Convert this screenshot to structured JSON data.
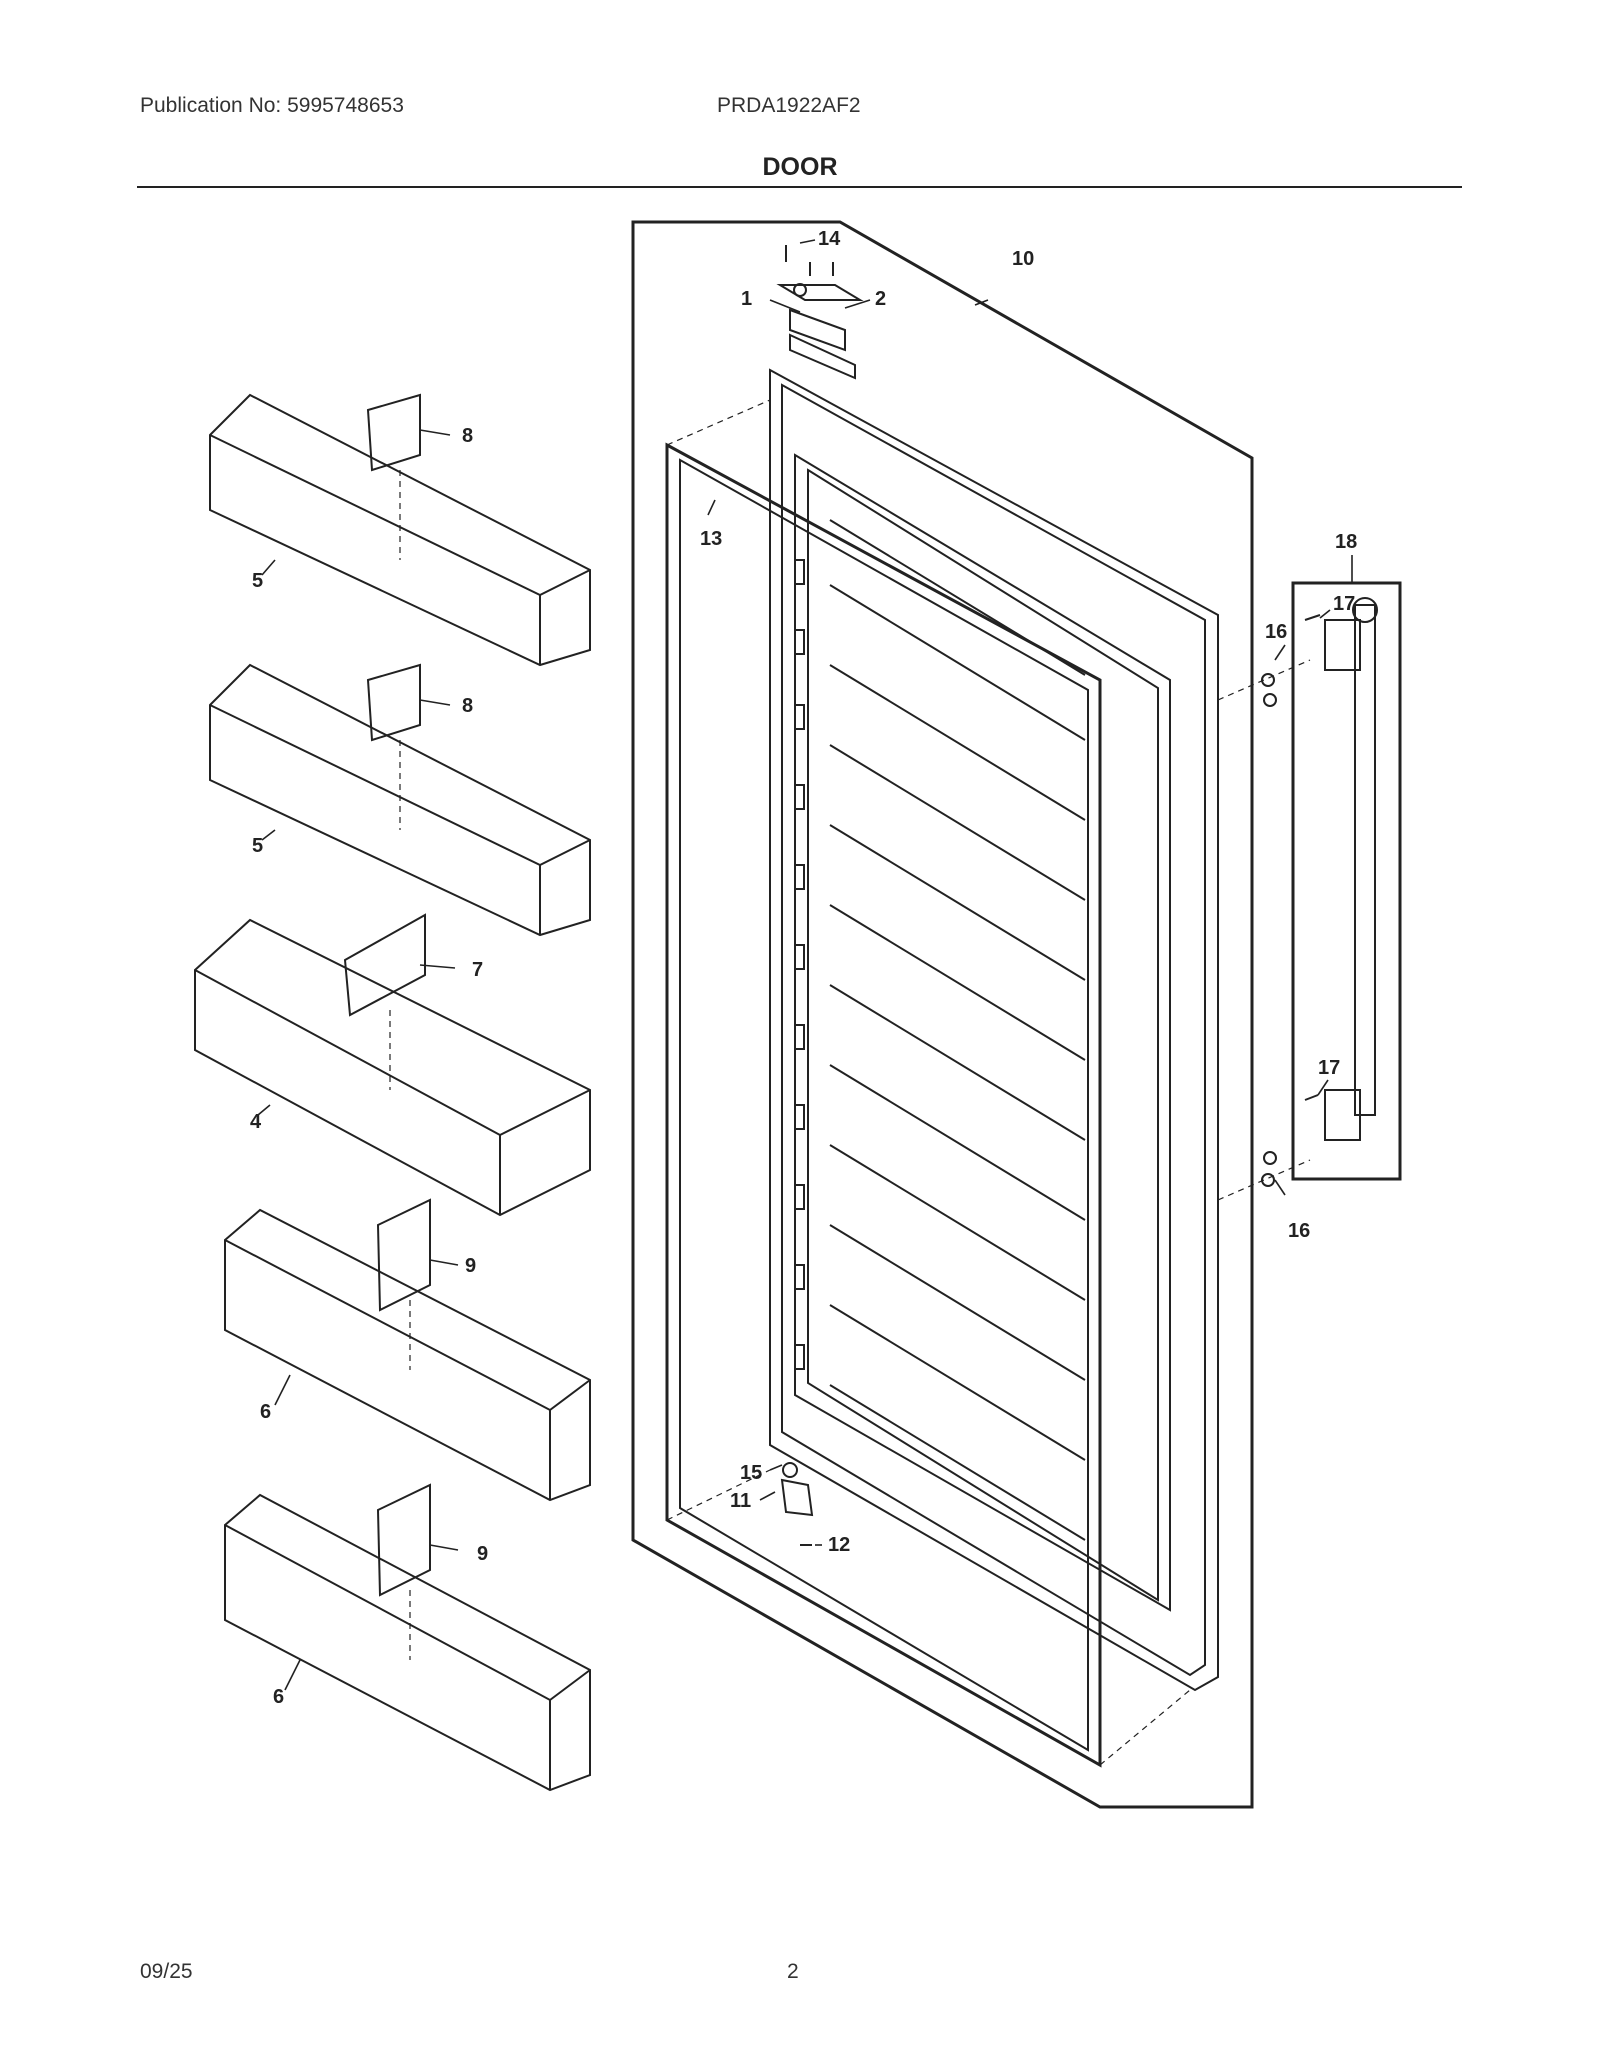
{
  "header": {
    "publication": "Publication No: 5995748653",
    "model": "PRDA1922AF2",
    "section_title": "DOOR"
  },
  "footer": {
    "date": "09/25",
    "page": "2"
  },
  "callouts": {
    "c1": "1",
    "c2": "2",
    "c4": "4",
    "c5a": "5",
    "c5b": "5",
    "c6a": "6",
    "c6b": "6",
    "c7": "7",
    "c8a": "8",
    "c8b": "8",
    "c9a": "9",
    "c9b": "9",
    "c10": "10",
    "c11": "11",
    "c12": "12",
    "c13": "13",
    "c14": "14",
    "c15": "15",
    "c16a": "16",
    "c16b": "16",
    "c17a": "17",
    "c17b": "17",
    "c18": "18"
  }
}
